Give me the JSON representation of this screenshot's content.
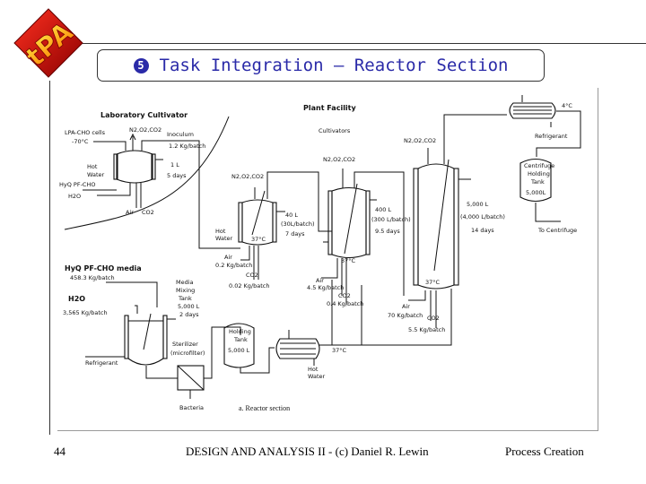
{
  "logo": {
    "text": "tPA",
    "colors": [
      "#c00000",
      "#ffcc00"
    ]
  },
  "title": {
    "number": "5",
    "text": "Task Integration – Reactor Section",
    "color": "#2a2aa8"
  },
  "diagram": {
    "lab": {
      "heading": "Laboratory Cultivator",
      "cells": "LPA-CHO cells",
      "cells_temp": "-70°C",
      "gases": "N2,O2,CO2",
      "inoculum": "Inoculum",
      "inoculum_rate": "1.2 Kg/batch",
      "hot_water_1": "Hot",
      "hot_water_2": "Water",
      "media": "HyQ PF-CHO",
      "water": "H2O",
      "volume": "1 L",
      "duration": "5 days",
      "air": "Air",
      "co2": "CO2"
    },
    "plant": {
      "heading": "Plant Facility",
      "cultivators": "Cultivators"
    },
    "c1": {
      "gases": "N2,O2,CO2",
      "volume": "40 L",
      "batch": "(30L/batch)",
      "duration": "7 days",
      "hot_water_1": "Hot",
      "hot_water_2": "Water",
      "temp": "37°C",
      "air": "Air",
      "air_rate": "0.2 Kg/batch",
      "co2": "CO2",
      "co2_rate": "0.02 Kg/batch"
    },
    "c2": {
      "gases": "N2,O2,CO2",
      "volume": "400 L",
      "batch": "(300 L/batch)",
      "duration": "9.5 days",
      "temp": "37°C",
      "air": "Air",
      "air_rate": "4.5 Kg/batch",
      "co2": "CO2",
      "co2_rate": "0.4 Kg/batch"
    },
    "c3": {
      "gases": "N2,O2,CO2",
      "volume": "5,000 L",
      "batch": "(4,000 L/batch)",
      "duration": "14 days",
      "temp": "37°C",
      "air": "Air",
      "air_rate": "70 Kg/batch",
      "co2": "CO2",
      "co2_rate": "5.5 Kg/batch"
    },
    "cooler": {
      "temp": "4°C",
      "refrigerant": "Refrigerant"
    },
    "centrifuge_tank": {
      "l1": "Centrifuge",
      "l2": "Holding",
      "l3": "Tank",
      "volume": "5,000L",
      "to": "To Centrifuge"
    },
    "media": {
      "feed": "HyQ PF-CHO media",
      "feed_rate": "458.3 Kg/batch",
      "water": "H2O",
      "water_rate": "3,565 Kg/batch",
      "l1": "Media",
      "l2": "Mixing",
      "l3": "Tank",
      "volume": "5,000 L",
      "duration": "2 days",
      "refrigerant": "Refrigerant"
    },
    "sterilizer": {
      "l1": "Sterilizer",
      "l2": "(microfilter)",
      "bacteria": "Bacteria"
    },
    "holding": {
      "l1": "Holding",
      "l2": "Tank",
      "volume": "5,000 L"
    },
    "heater": {
      "temp": "37°C",
      "hot_water_1": "Hot",
      "hot_water_2": "Water"
    },
    "caption": "a. Reactor section"
  },
  "footer": {
    "page": "44",
    "center": "DESIGN AND ANALYSIS II - (c) Daniel R. Lewin",
    "right": "Process Creation"
  }
}
